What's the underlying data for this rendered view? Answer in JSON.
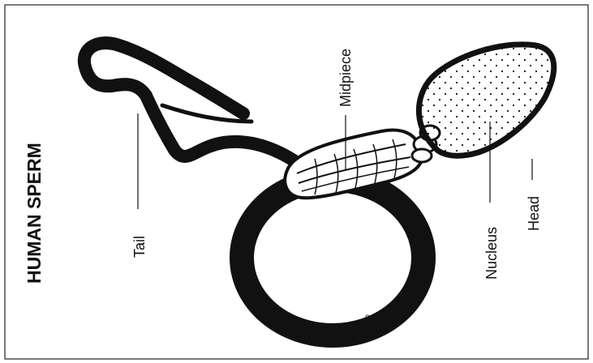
{
  "diagram": {
    "title": "HUMAN SPERM",
    "labels": {
      "tail": "Tail",
      "midpiece": "Midpiece",
      "nucleus": "Nucleus",
      "head": "Head"
    },
    "small_mark": "ß"
  },
  "colors": {
    "ink": "#111111",
    "paper": "#ffffff"
  }
}
